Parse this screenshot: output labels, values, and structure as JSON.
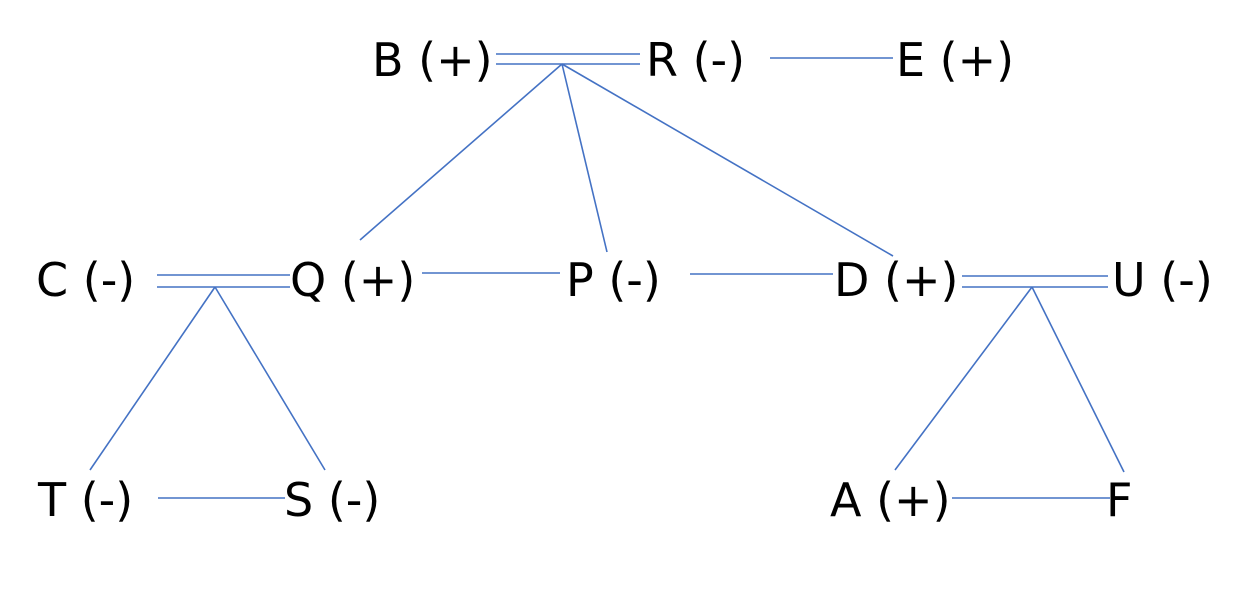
{
  "diagram": {
    "line_color": "#4472C4",
    "text_color": "#000000",
    "nodes": {
      "B": {
        "label": "B (+)"
      },
      "R": {
        "label": "R (-)"
      },
      "E": {
        "label": "E (+)"
      },
      "C": {
        "label": "C (-)"
      },
      "Q": {
        "label": "Q (+)"
      },
      "P": {
        "label": "P (-)"
      },
      "D": {
        "label": "D (+)"
      },
      "U": {
        "label": "U (-)"
      },
      "T": {
        "label": "T (-)"
      },
      "S": {
        "label": "S (-)"
      },
      "A": {
        "label": "A (+)"
      },
      "F": {
        "label": "F"
      }
    },
    "edges": [
      {
        "from": "B",
        "to": "R",
        "style": "double"
      },
      {
        "from": "R",
        "to": "E",
        "style": "single"
      },
      {
        "from": "B-R",
        "to": "Q",
        "style": "single"
      },
      {
        "from": "B-R",
        "to": "P",
        "style": "single"
      },
      {
        "from": "B-R",
        "to": "D",
        "style": "single"
      },
      {
        "from": "C",
        "to": "Q",
        "style": "double"
      },
      {
        "from": "Q",
        "to": "P",
        "style": "single"
      },
      {
        "from": "P",
        "to": "D",
        "style": "single"
      },
      {
        "from": "D",
        "to": "U",
        "style": "double"
      },
      {
        "from": "C-Q",
        "to": "T",
        "style": "single"
      },
      {
        "from": "C-Q",
        "to": "S",
        "style": "single"
      },
      {
        "from": "T",
        "to": "S",
        "style": "single"
      },
      {
        "from": "D-U",
        "to": "A",
        "style": "single"
      },
      {
        "from": "D-U",
        "to": "F",
        "style": "single"
      },
      {
        "from": "A",
        "to": "F",
        "style": "single"
      }
    ]
  }
}
